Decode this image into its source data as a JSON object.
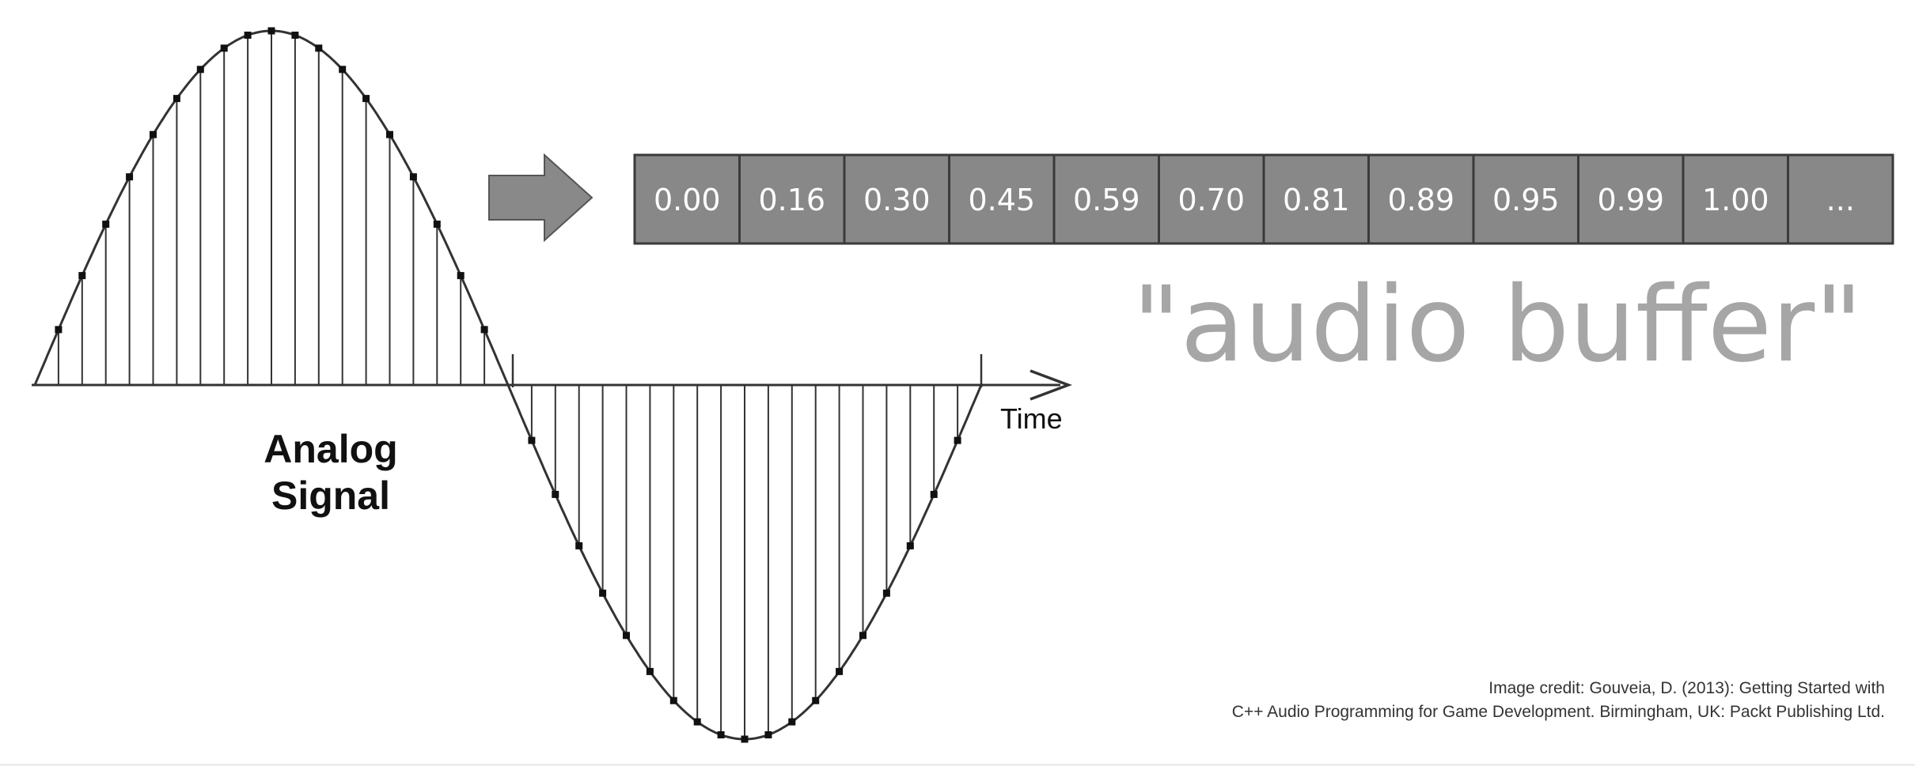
{
  "colors": {
    "wave": "#333333",
    "cell_fill": "#888888",
    "cell_border": "#3a3a3a",
    "cell_text": "#ffffff",
    "buffer_label": "#a6a6a6",
    "arrow_fill": "#898989",
    "credit_text": "#333333"
  },
  "waveform": {
    "label_line1": "Analog",
    "label_line2": "Signal",
    "axis_label": "Time",
    "samples_per_half_cycle": 20
  },
  "buffer": {
    "values": [
      "0.00",
      "0.16",
      "0.30",
      "0.45",
      "0.59",
      "0.70",
      "0.81",
      "0.89",
      "0.95",
      "0.99",
      "1.00",
      "..."
    ],
    "label": "\"audio buffer\""
  },
  "credit": {
    "line1": "Image credit: Gouveia, D. (2013): Getting Started with",
    "line2": "C++ Audio Programming for Game Development. Birmingham, UK: Packt Publishing Ltd."
  }
}
